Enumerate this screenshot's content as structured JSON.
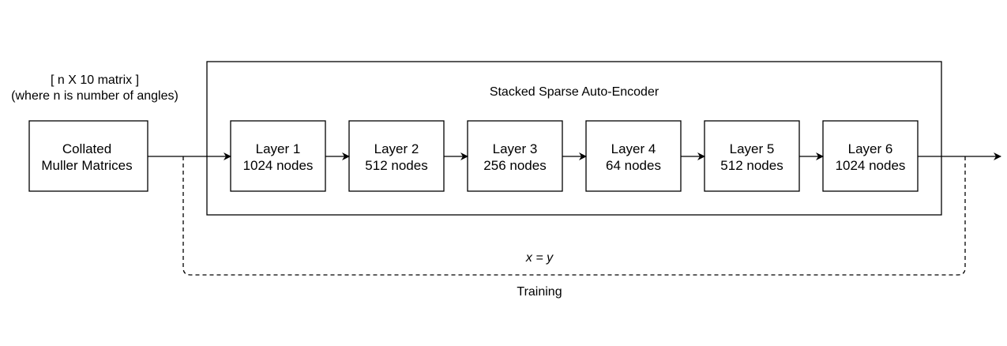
{
  "input_note": {
    "line1": "[ n X 10 matrix ]",
    "line2": "(where n is number of angles)"
  },
  "input_block": {
    "line1": "Collated",
    "line2": "Muller Matrices"
  },
  "container": {
    "title": "Stacked Sparse Auto-Encoder"
  },
  "layers": [
    {
      "name": "Layer 1",
      "nodes": "1024 nodes"
    },
    {
      "name": "Layer 2",
      "nodes": "512 nodes"
    },
    {
      "name": "Layer 3",
      "nodes": "256 nodes"
    },
    {
      "name": "Layer 4",
      "nodes": "64 nodes"
    },
    {
      "name": "Layer 5",
      "nodes": "512 nodes"
    },
    {
      "name": "Layer 6",
      "nodes": "1024 nodes"
    }
  ],
  "training": {
    "equation": "x = y",
    "label": "Training"
  },
  "colors": {
    "stroke": "#000000",
    "background": "#ffffff"
  }
}
